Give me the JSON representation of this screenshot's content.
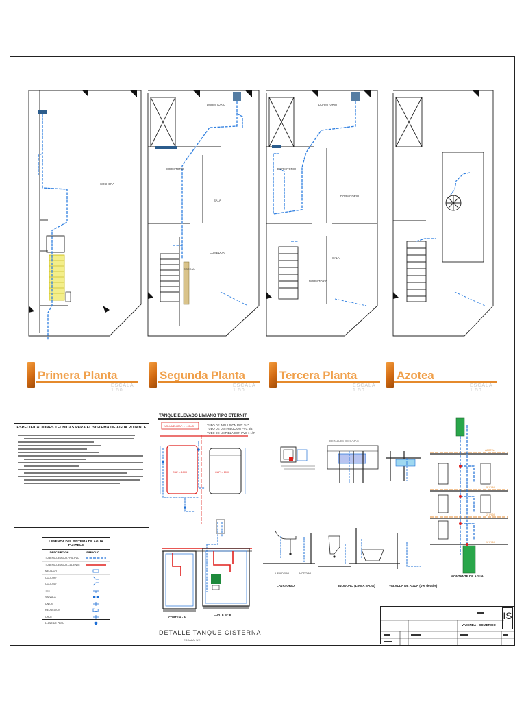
{
  "plans": [
    {
      "title": "Primera Planta",
      "scale": "ESCALA 1:50",
      "rooms": [
        "COCHERA"
      ]
    },
    {
      "title": "Segunda Planta",
      "scale": "ESCALA 1:50",
      "rooms": [
        "DORMITORIO",
        "DORMITORIO",
        "SALA",
        "COMEDOR",
        "COCINA"
      ]
    },
    {
      "title": "Tercera Planta",
      "scale": "ESCALA 1:50",
      "rooms": [
        "DORMITORIO",
        "DORMITORIO",
        "DORMITORIO",
        "DORMITORIO",
        "SALA"
      ]
    },
    {
      "title": "Azotea",
      "scale": "ESCALA 1:50",
      "rooms": []
    }
  ],
  "spec": {
    "title": "ESPECIFICACIONES TECNICAS PARA EL SISTEMA DE AGUA POTABLE"
  },
  "legend": {
    "title": "LEYENDA DEL SISTEMA DE AGUA POTABLE",
    "col_desc": "DESCRIPCION",
    "col_sym": "SIMBOLO",
    "rows": [
      "TUBERIA DE AGUA FRIA PVC",
      "TUBERIA DE AGUA CALIENTE",
      "MEDIDOR",
      "CODO 90°",
      "CODO 45°",
      "TEE",
      "VALVULA",
      "UNION",
      "REDUCCION",
      "CRUZ",
      "LLAVE DE PASO"
    ],
    "colors": {
      "cold": "#1e6fd6",
      "hot": "#e0201d"
    }
  },
  "sections": {
    "tank_title": "TANQUE ELEVADO LIVIANO TIPO ETERNIT",
    "tank_notes": [
      "TUBO DE IMPULSION PVC 3/4\"",
      "TUBO DE DISTRIBUCION PVC 3/4\"",
      "TUBO DE LIMPIEZA CON PVC 1 1/2\""
    ],
    "tank_labels": [
      "VOLUMEN CAP. = 1.00m3",
      "CAP. = 1000",
      "CAP. = 1000"
    ],
    "cistern_title": "DETALLE TANQUE CISTERNA",
    "cistern_sub": "ESCALA: S/E",
    "cistern_cuts": [
      "CORTE A - A",
      "CORTE B - B"
    ],
    "boxes_title": "DETALLES DE CAJAS",
    "fixtures": [
      "LAVATORIO",
      "INODORO (LINEA BAJA)",
      "VALVULA DE AGUA (Ver detalle)"
    ],
    "fixture_tags": [
      "LAVADERO",
      "INODORO"
    ],
    "riser_title": "MONTANTE DE AGUA",
    "riser_levels": [
      "AZOTEA",
      "3° PISO",
      "2° PISO",
      "1° PISO"
    ]
  },
  "titleblock": {
    "logo": "IS",
    "project": "VIVIENDA - COMERCIO"
  }
}
